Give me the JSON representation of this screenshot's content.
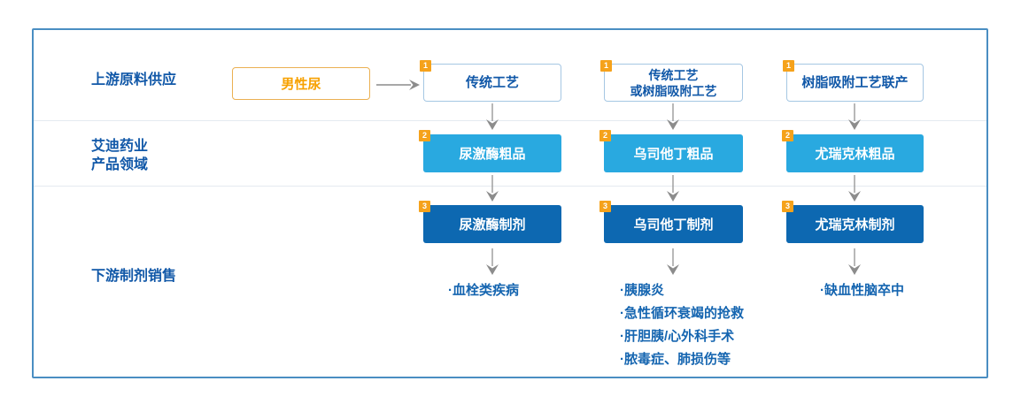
{
  "row_labels": {
    "upstream": "上游原料供应",
    "company_line1": "艾迪药业",
    "company_line2": "产品领域",
    "downstream": "下游制剂销售"
  },
  "source": {
    "label": "男性尿"
  },
  "steps": [
    "1",
    "2",
    "3"
  ],
  "columns": [
    {
      "process_lines": [
        "传统工艺"
      ],
      "crude": "尿激酶粗品",
      "formulation": "尿激酶制剂",
      "indications": [
        "·血栓类疾病"
      ]
    },
    {
      "process_lines": [
        "传统工艺",
        "或树脂吸附工艺"
      ],
      "crude": "乌司他丁粗品",
      "formulation": "乌司他丁制剂",
      "indications": [
        "·胰腺炎",
        "·急性循环衰竭的抢救",
        "·肝胆胰/心外科手术",
        "·脓毒症、肺损伤等"
      ]
    },
    {
      "process_lines": [
        "树脂吸附工艺联产"
      ],
      "crude": "尤瑞克林粗品",
      "formulation": "尤瑞克林制剂",
      "indications": [
        "·缺血性脑卒中"
      ]
    }
  ],
  "colors": {
    "frame_border": "#4A8EC2",
    "divider": "#E4EAF0",
    "header_box_border": "#A5C7E3",
    "source_box_border": "#EBB052",
    "source_text": "#F7A100",
    "crude_box_bg": "#29A9E0",
    "formulation_box_bg": "#0D68B1",
    "badge_bg": "#F5A21B",
    "label_text": "#1158A8",
    "indication_text": "#1565B0",
    "arrow_gray": "#8C8C8C"
  }
}
